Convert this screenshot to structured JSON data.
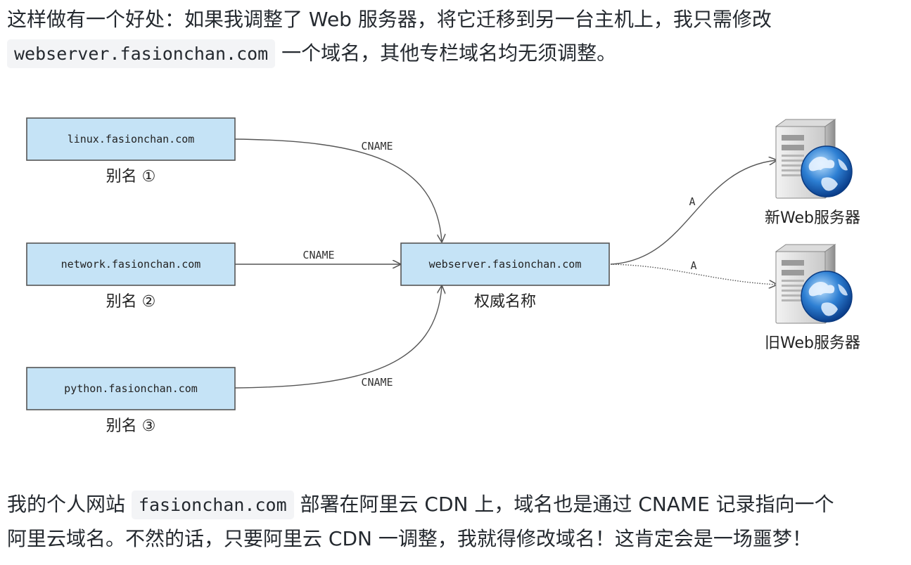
{
  "top_paragraph": {
    "line1": "这样做有一个好处：如果我调整了 Web 服务器，将它迁移到另一台主机上，我只需修改",
    "code": "webserver.fasionchan.com",
    "line2_rest": " 一个域名，其他专栏域名均无须调整。"
  },
  "diagram": {
    "aliases": [
      {
        "domain": "linux.fasionchan.com",
        "caption": "别名 ①"
      },
      {
        "domain": "network.fasionchan.com",
        "caption": "别名 ②"
      },
      {
        "domain": "python.fasionchan.com",
        "caption": "别名 ③"
      }
    ],
    "canonical": {
      "domain": "webserver.fasionchan.com",
      "caption": "权威名称"
    },
    "edge_labels": {
      "cname_1": "CNAME",
      "cname_2": "CNAME",
      "cname_3": "CNAME",
      "a_new": "A",
      "a_old": "A"
    },
    "servers": [
      {
        "caption": "新Web服务器",
        "icon": "server-globe-icon"
      },
      {
        "caption": "旧Web服务器",
        "icon": "server-globe-icon"
      }
    ],
    "colors": {
      "box_fill": "#c5e3f6",
      "box_stroke": "#555555",
      "arrow": "#555555"
    }
  },
  "bottom_paragraph": {
    "part1": "我的个人网站 ",
    "code": "fasionchan.com",
    "part2": " 部署在阿里云 CDN 上，域名也是通过 CNAME 记录指向一个",
    "line2": "阿里云域名。不然的话，只要阿里云 CDN 一调整，我就得修改域名！这肯定会是一场噩梦！"
  }
}
